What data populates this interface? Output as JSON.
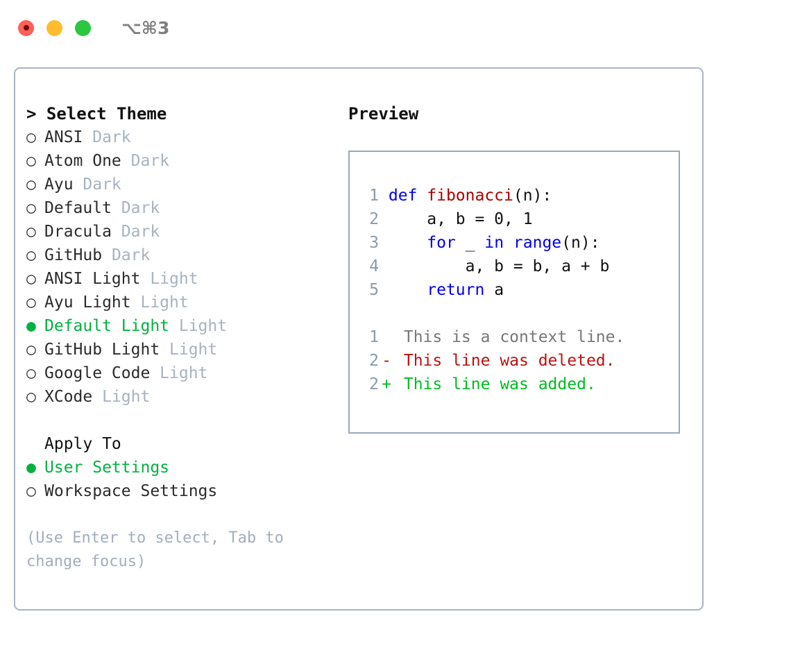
{
  "window": {
    "shortcut": "⌥⌘3",
    "traffic_lights": [
      {
        "name": "close",
        "color": "#ff5f57"
      },
      {
        "name": "minimize",
        "color": "#febc2e"
      },
      {
        "name": "zoom",
        "color": "#28c840"
      }
    ]
  },
  "theme_picker": {
    "header_caret": ">",
    "header": "Select Theme",
    "marker_selected": "●",
    "marker_unselected": "○",
    "items": [
      {
        "name": "ANSI",
        "kind": "Dark",
        "selected": false
      },
      {
        "name": "Atom One",
        "kind": "Dark",
        "selected": false
      },
      {
        "name": "Ayu",
        "kind": "Dark",
        "selected": false
      },
      {
        "name": "Default",
        "kind": "Dark",
        "selected": false
      },
      {
        "name": "Dracula",
        "kind": "Dark",
        "selected": false
      },
      {
        "name": "GitHub",
        "kind": "Dark",
        "selected": false
      },
      {
        "name": "ANSI Light",
        "kind": "Light",
        "selected": false
      },
      {
        "name": "Ayu Light",
        "kind": "Light",
        "selected": false
      },
      {
        "name": "Default Light",
        "kind": "Light",
        "selected": true
      },
      {
        "name": "GitHub Light",
        "kind": "Light",
        "selected": false
      },
      {
        "name": "Google Code",
        "kind": "Light",
        "selected": false
      },
      {
        "name": "XCode",
        "kind": "Light",
        "selected": false
      }
    ]
  },
  "apply_to": {
    "title": "Apply To",
    "options": [
      {
        "label": "User Settings",
        "selected": true
      },
      {
        "label": "Workspace Settings",
        "selected": false
      }
    ]
  },
  "hint": "(Use Enter to select, Tab to change focus)",
  "preview": {
    "title": "Preview",
    "code_lines": [
      {
        "lineno": "1",
        "tokens": [
          {
            "text": "def ",
            "style": "kw"
          },
          {
            "text": "fibonacci",
            "style": "fn"
          },
          {
            "text": "(n):",
            "style": "plain"
          }
        ]
      },
      {
        "lineno": "2",
        "tokens": [
          {
            "text": "    a, b = 0, 1",
            "style": "plain"
          }
        ]
      },
      {
        "lineno": "3",
        "tokens": [
          {
            "text": "    ",
            "style": "plain"
          },
          {
            "text": "for",
            "style": "kw"
          },
          {
            "text": " _ ",
            "style": "plain"
          },
          {
            "text": "in",
            "style": "kw"
          },
          {
            "text": " ",
            "style": "plain"
          },
          {
            "text": "range",
            "style": "kw"
          },
          {
            "text": "(n):",
            "style": "plain"
          }
        ]
      },
      {
        "lineno": "4",
        "tokens": [
          {
            "text": "        a, b = b, a + b",
            "style": "plain"
          }
        ]
      },
      {
        "lineno": "5",
        "tokens": [
          {
            "text": "    ",
            "style": "plain"
          },
          {
            "text": "return",
            "style": "kw"
          },
          {
            "text": " a",
            "style": "plain"
          }
        ]
      }
    ],
    "diff_lines": [
      {
        "lineno": "1",
        "marker": " ",
        "text": "This is a context line.",
        "style": "ctx"
      },
      {
        "lineno": "2",
        "marker": "-",
        "text": "This line was deleted.",
        "style": "del"
      },
      {
        "lineno": "2",
        "marker": "+",
        "text": "This line was added.",
        "style": "add"
      }
    ]
  },
  "colors": {
    "accent_green": "#00b140",
    "panel_border": "#aab3c2",
    "preview_border": "#9aa8bd",
    "muted": "#a8b2c1",
    "keyword_blue": "#0000ee",
    "function_red": "#aa0000",
    "diff_del": "#bb1111",
    "diff_add": "#00bb22"
  }
}
